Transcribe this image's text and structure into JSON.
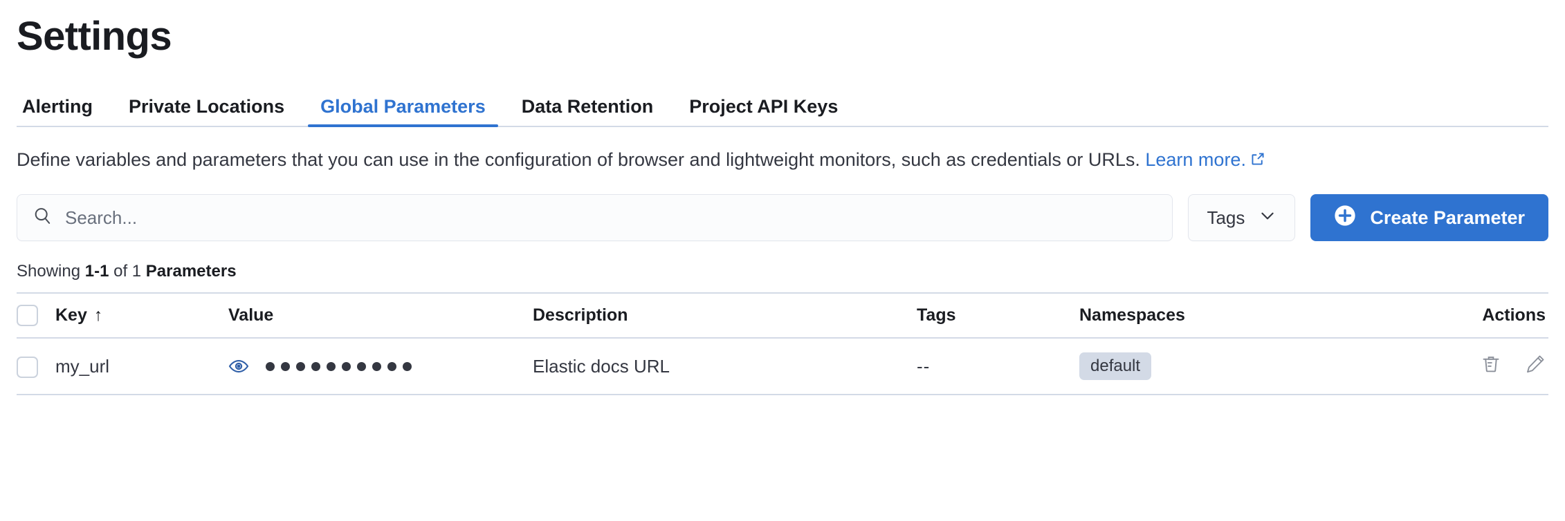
{
  "header": {
    "title": "Settings"
  },
  "tabs": [
    {
      "label": "Alerting",
      "active": false,
      "name": "tab-alerting"
    },
    {
      "label": "Private Locations",
      "active": false,
      "name": "tab-private-locations"
    },
    {
      "label": "Global Parameters",
      "active": true,
      "name": "tab-global-parameters"
    },
    {
      "label": "Data Retention",
      "active": false,
      "name": "tab-data-retention"
    },
    {
      "label": "Project API Keys",
      "active": false,
      "name": "tab-project-api-keys"
    }
  ],
  "description": {
    "text": "Define variables and parameters that you can use in the configuration of browser and lightweight monitors, such as credentials or URLs. ",
    "link_text": "Learn more.",
    "link_icon": "external-link-icon"
  },
  "controls": {
    "search": {
      "placeholder": "Search...",
      "value": "",
      "icon": "search-icon"
    },
    "tags_filter": {
      "label": "Tags",
      "icon": "chevron-down-icon"
    },
    "create_button": {
      "label": "Create Parameter",
      "icon": "plus-circle-icon"
    }
  },
  "results": {
    "prefix": "Showing ",
    "range": "1-1",
    "middle": " of 1 ",
    "entity": "Parameters"
  },
  "table": {
    "columns": [
      {
        "label": "",
        "name": "select-all-column"
      },
      {
        "label": "Key",
        "name": "key-column",
        "sort": "↑"
      },
      {
        "label": "Value",
        "name": "value-column"
      },
      {
        "label": "Description",
        "name": "description-column"
      },
      {
        "label": "Tags",
        "name": "tags-column"
      },
      {
        "label": "Namespaces",
        "name": "namespaces-column"
      },
      {
        "label": "Actions",
        "name": "actions-column"
      }
    ],
    "rows": [
      {
        "key": "my_url",
        "value_masked": "●●●●●●●●●●",
        "value_dot_count": 10,
        "value_toggle_icon": "eye-icon",
        "description": "Elastic docs URL",
        "tags": "--",
        "namespace": "default",
        "actions": [
          "trash-icon",
          "pencil-icon"
        ]
      }
    ]
  },
  "colors": {
    "accent": "#2f73d0",
    "text": "#343741",
    "heading": "#1a1c21",
    "border": "#d3dae6",
    "badge_bg": "#d3dae6",
    "icon_muted": "#8a8f99"
  }
}
